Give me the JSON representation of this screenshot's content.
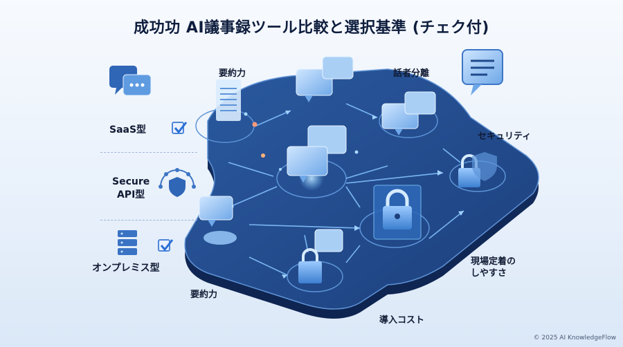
{
  "title": "成功功 AI議事録ツール比較と選択基準 (チェク付)",
  "left_labels": {
    "saas": "SaaS型",
    "secure_api_line1": "Secure",
    "secure_api_line2": "API型",
    "onprem": "オンプレミス型"
  },
  "feature_labels": {
    "summary_top": "要約力",
    "speaker_separation": "話者分離",
    "security": "セキュリティ",
    "field_adoption_line1": "現場定着の",
    "field_adoption_line2": "しやすさ",
    "summary_bottom": "要約力",
    "cost": "導入コスト"
  },
  "copyright": "© 2025 AI KnowledgeFlow",
  "colors": {
    "platform_dark": "#1b3f78",
    "platform_top": "#244f92",
    "accent": "#3d8be0",
    "glow": "#7ec8ff",
    "check": "#3a7be0"
  },
  "icons": [
    "chat-bubbles-icon",
    "speech-bubble-icon",
    "checkbox-icon",
    "shield-network-icon",
    "server-rack-icon",
    "lock-icon",
    "document-icon"
  ]
}
